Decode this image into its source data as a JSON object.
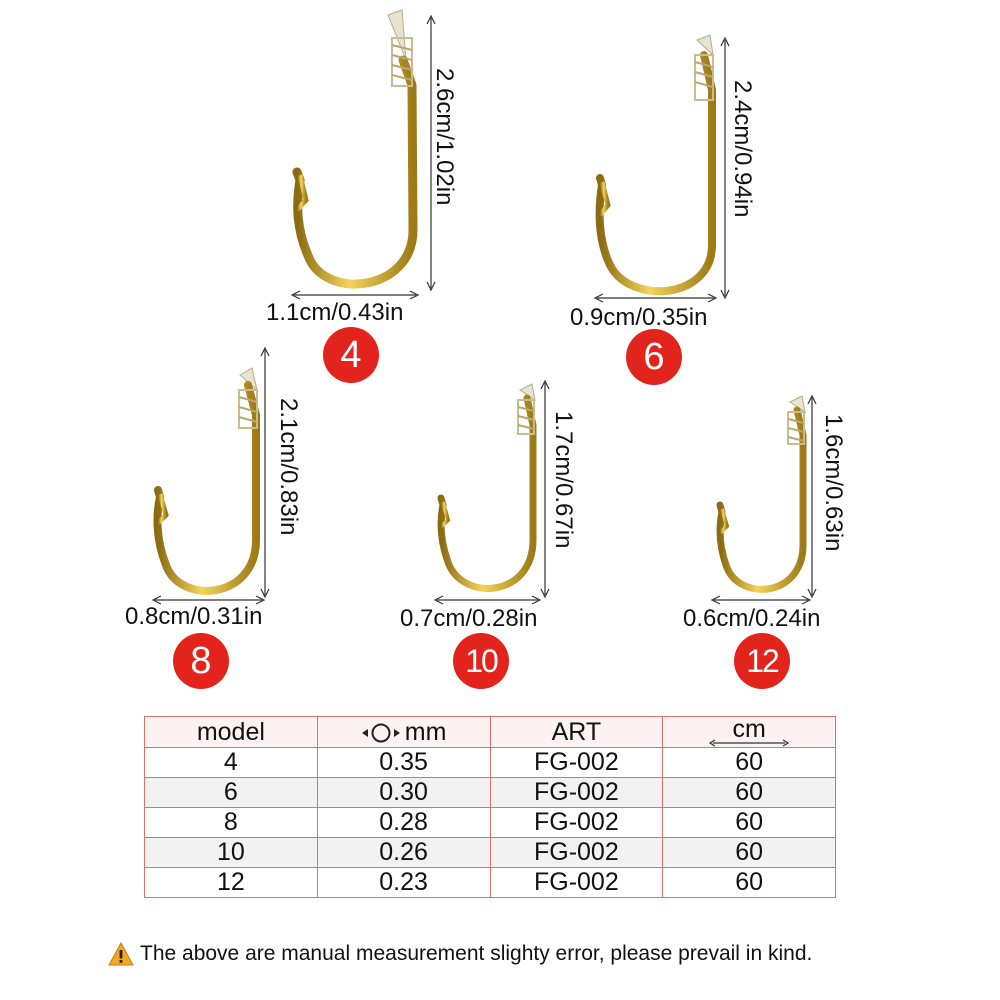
{
  "hooks": [
    {
      "model": "4",
      "length": "2.6cm/1.02in",
      "width": "1.1cm/0.43in"
    },
    {
      "model": "6",
      "length": "2.4cm/0.94in",
      "width": "0.9cm/0.35in"
    },
    {
      "model": "8",
      "length": "2.1cm/0.83in",
      "width": "0.8cm/0.31in"
    },
    {
      "model": "10",
      "length": "1.7cm/0.67in",
      "width": "0.7cm/0.28in"
    },
    {
      "model": "12",
      "length": "1.6cm/0.63in",
      "width": "0.6cm/0.24in"
    }
  ],
  "table": {
    "headers": {
      "model": "model",
      "diameter": "mm",
      "art": "ART",
      "cm": "cm"
    },
    "rows": [
      {
        "model": "4",
        "mm": "0.35",
        "art": "FG-002",
        "cm": "60"
      },
      {
        "model": "6",
        "mm": "0.30",
        "art": "FG-002",
        "cm": "60"
      },
      {
        "model": "8",
        "mm": "0.28",
        "art": "FG-002",
        "cm": "60"
      },
      {
        "model": "10",
        "mm": "0.26",
        "art": "FG-002",
        "cm": "60"
      },
      {
        "model": "12",
        "mm": "0.23",
        "art": "FG-002",
        "cm": "60"
      }
    ]
  },
  "note": "The above are manual measurement slighty error, please prevail in kind.",
  "icons": {
    "warning": "warning-icon",
    "diameter": "diameter-icon",
    "length": "double-arrow-icon"
  },
  "colors": {
    "badge": "#e3241c",
    "gold": "#d4ab2a",
    "table_border": "#e07070",
    "warning": "#f5a623"
  }
}
